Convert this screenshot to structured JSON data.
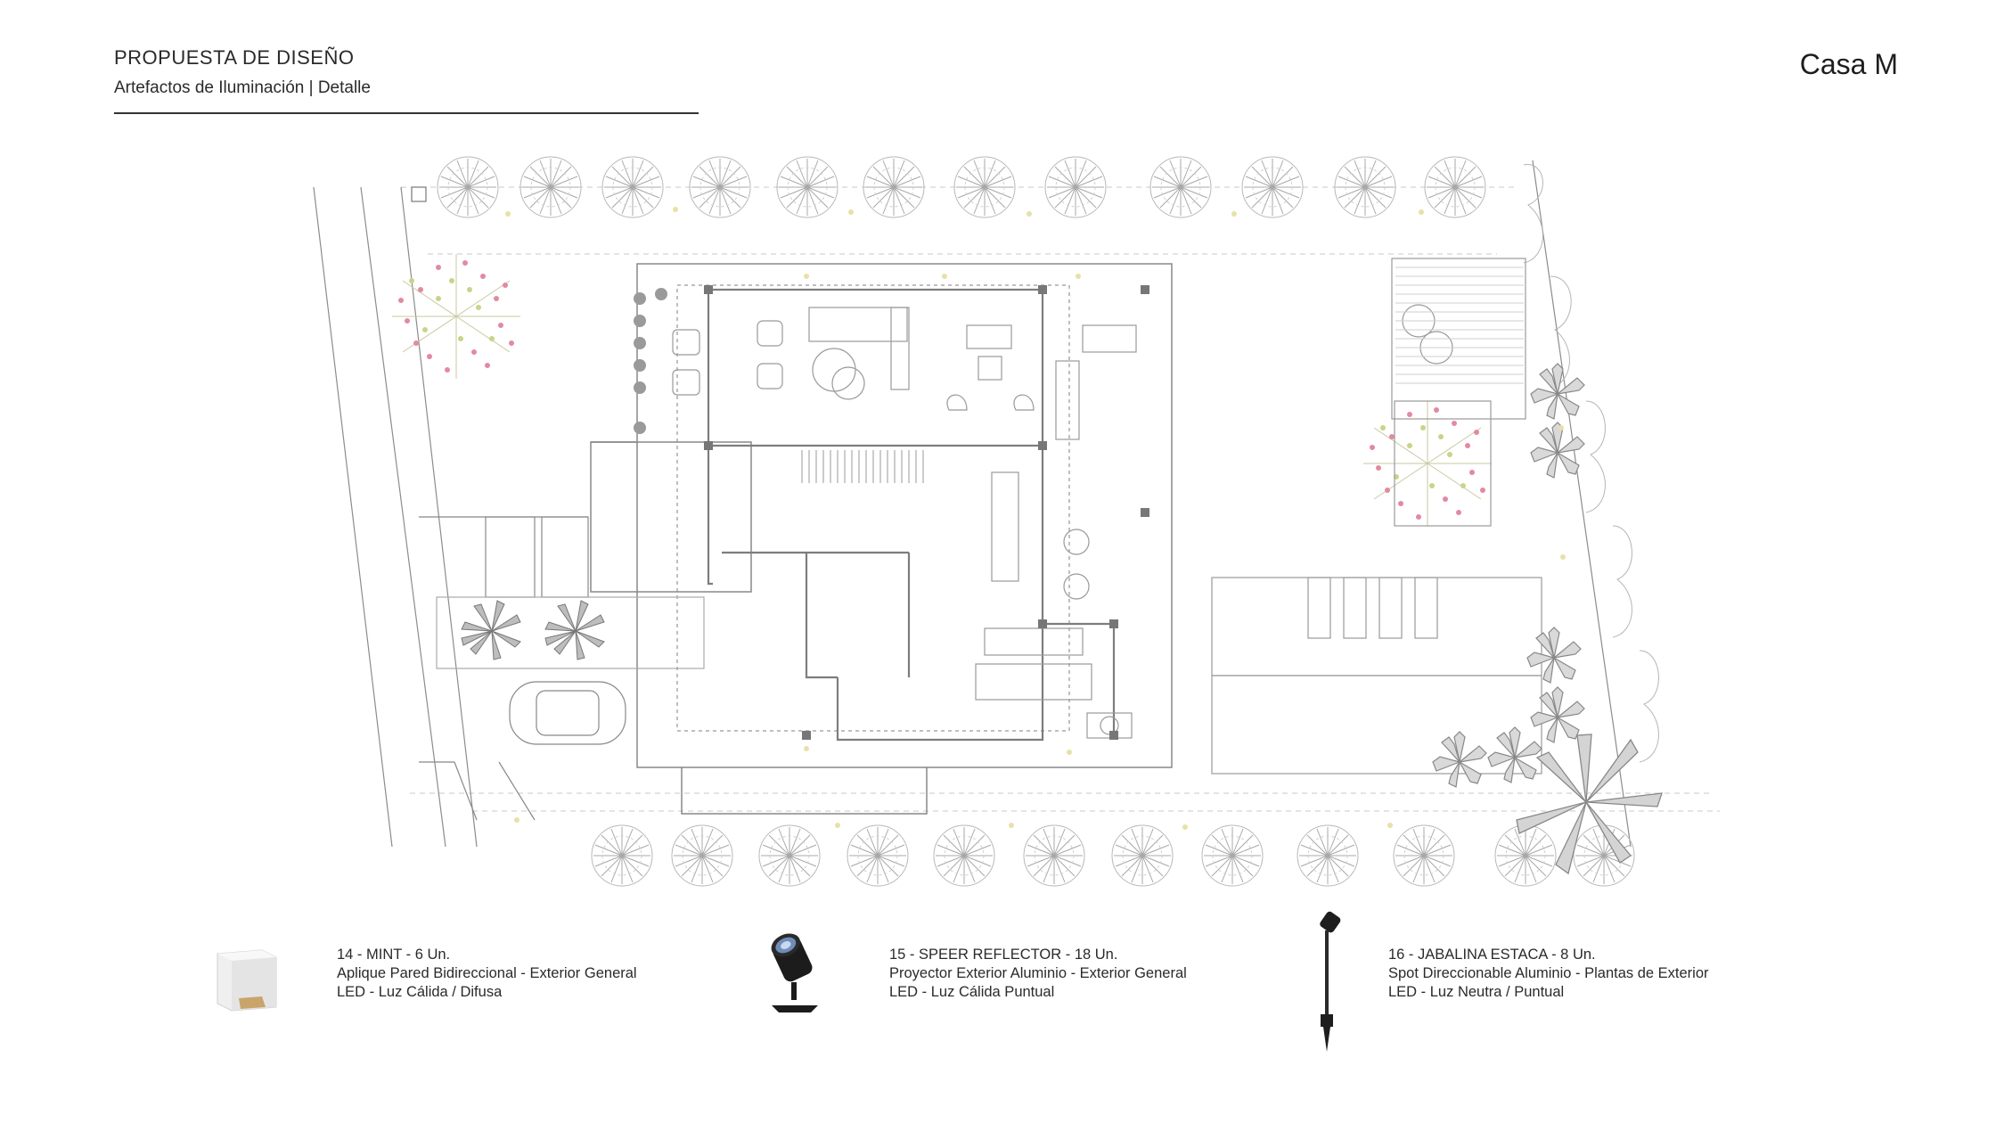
{
  "header": {
    "title": "PROPUESTA DE DISEÑO",
    "subtitle": "Artefactos de Iluminación | Detalle"
  },
  "project": {
    "name": "Casa M"
  },
  "plan": {
    "icon": "floor-plan-drawing"
  },
  "products": [
    {
      "line1": "14 - MINT - 6 Un.",
      "line2": "Aplique Pared Bidireccional - Exterior General",
      "line3": "LED - Luz Cálida / Difusa",
      "icon": "wall-light-icon"
    },
    {
      "line1": "15 - SPEER REFLECTOR - 18 Un.",
      "line2": "Proyector Exterior Aluminio - Exterior General",
      "line3": "LED - Luz Cálida Puntual",
      "icon": "spotlight-projector-icon"
    },
    {
      "line1": "16 - JABALINA ESTACA - 8 Un.",
      "line2": "Spot Direccionable Aluminio - Plantas de Exterior",
      "line3": "LED - Luz Neutra / Puntual",
      "icon": "garden-stake-spot-icon"
    }
  ],
  "colors": {
    "text": "#2a2a2a",
    "plan_line": "#9a9a9a",
    "blossom": "#e28aa0",
    "foliage": "#c8d48a"
  }
}
